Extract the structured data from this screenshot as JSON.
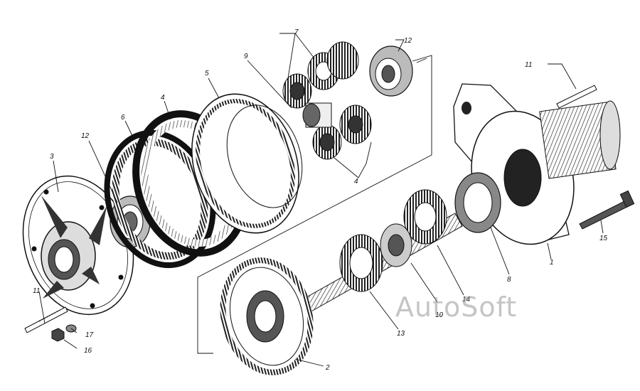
{
  "callouts": {
    "c1": "1",
    "c2": "2",
    "c3": "3",
    "c4a": "4",
    "c4b": "4",
    "c5": "5",
    "c6": "6",
    "c7": "7",
    "c8": "8",
    "c9": "9",
    "c10": "10",
    "c11a": "11",
    "c11b": "11",
    "c12a": "12",
    "c12b": "12",
    "c13": "13",
    "c14": "14",
    "c15": "15",
    "c16": "16",
    "c17": "17"
  },
  "watermark": "AutoSoft"
}
